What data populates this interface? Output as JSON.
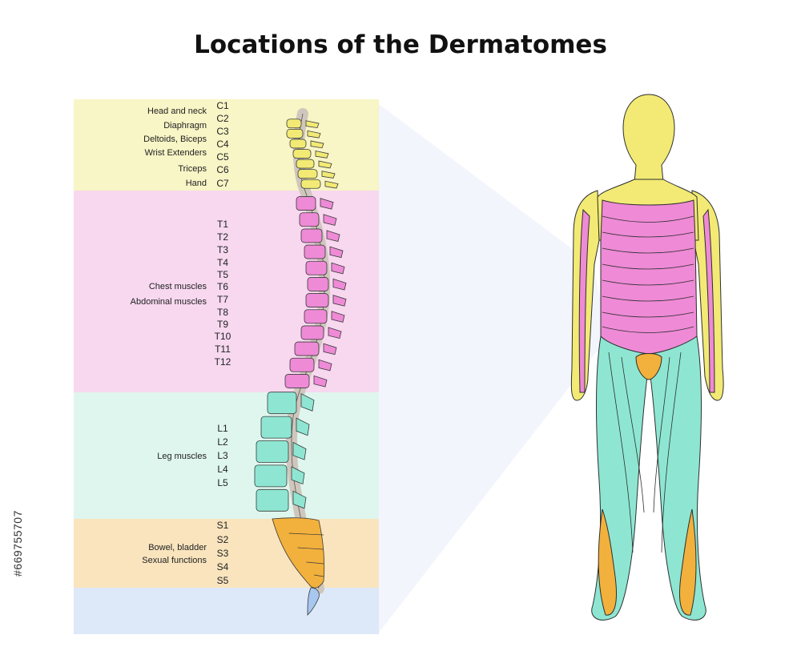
{
  "title": "Locations of the Dermatomes",
  "colors": {
    "cervical": "#f8f5c6",
    "thoracic": "#f7d8ef",
    "lumbar": "#dff6ef",
    "sacral": "#f9e4be",
    "coccyx": "#dde8f8",
    "cervical_vertebra": "#f2ea74",
    "thoracic_vertebra": "#ee8ad6",
    "lumbar_vertebra": "#8ee6d2",
    "sacral_vertebra": "#f2b13c",
    "coccyx_vertebra": "#a7c6f0",
    "cord": "#cfc7bd"
  },
  "regions": {
    "cervical": {
      "functions": [
        "Head and neck",
        "Diaphragm",
        "Deltoids, Biceps",
        "Wrist Extenders",
        "Triceps",
        "Hand"
      ],
      "segments": [
        "C1",
        "C2",
        "C3",
        "C4",
        "C5",
        "C6",
        "C7"
      ]
    },
    "thoracic": {
      "functions": [
        "Chest muscles",
        "Abdominal muscles"
      ],
      "segments": [
        "T1",
        "T2",
        "T3",
        "T4",
        "T5",
        "T6",
        "T7",
        "T8",
        "T9",
        "T10",
        "T11",
        "T12"
      ]
    },
    "lumbar": {
      "functions": [
        "Leg muscles"
      ],
      "segments": [
        "L1",
        "L2",
        "L3",
        "L4",
        "L5"
      ]
    },
    "sacral": {
      "functions": [
        "Bowel, bladder",
        "Sexual functions"
      ],
      "segments": [
        "S1",
        "S2",
        "S3",
        "S4",
        "S5"
      ]
    }
  },
  "watermark": "#669755707"
}
